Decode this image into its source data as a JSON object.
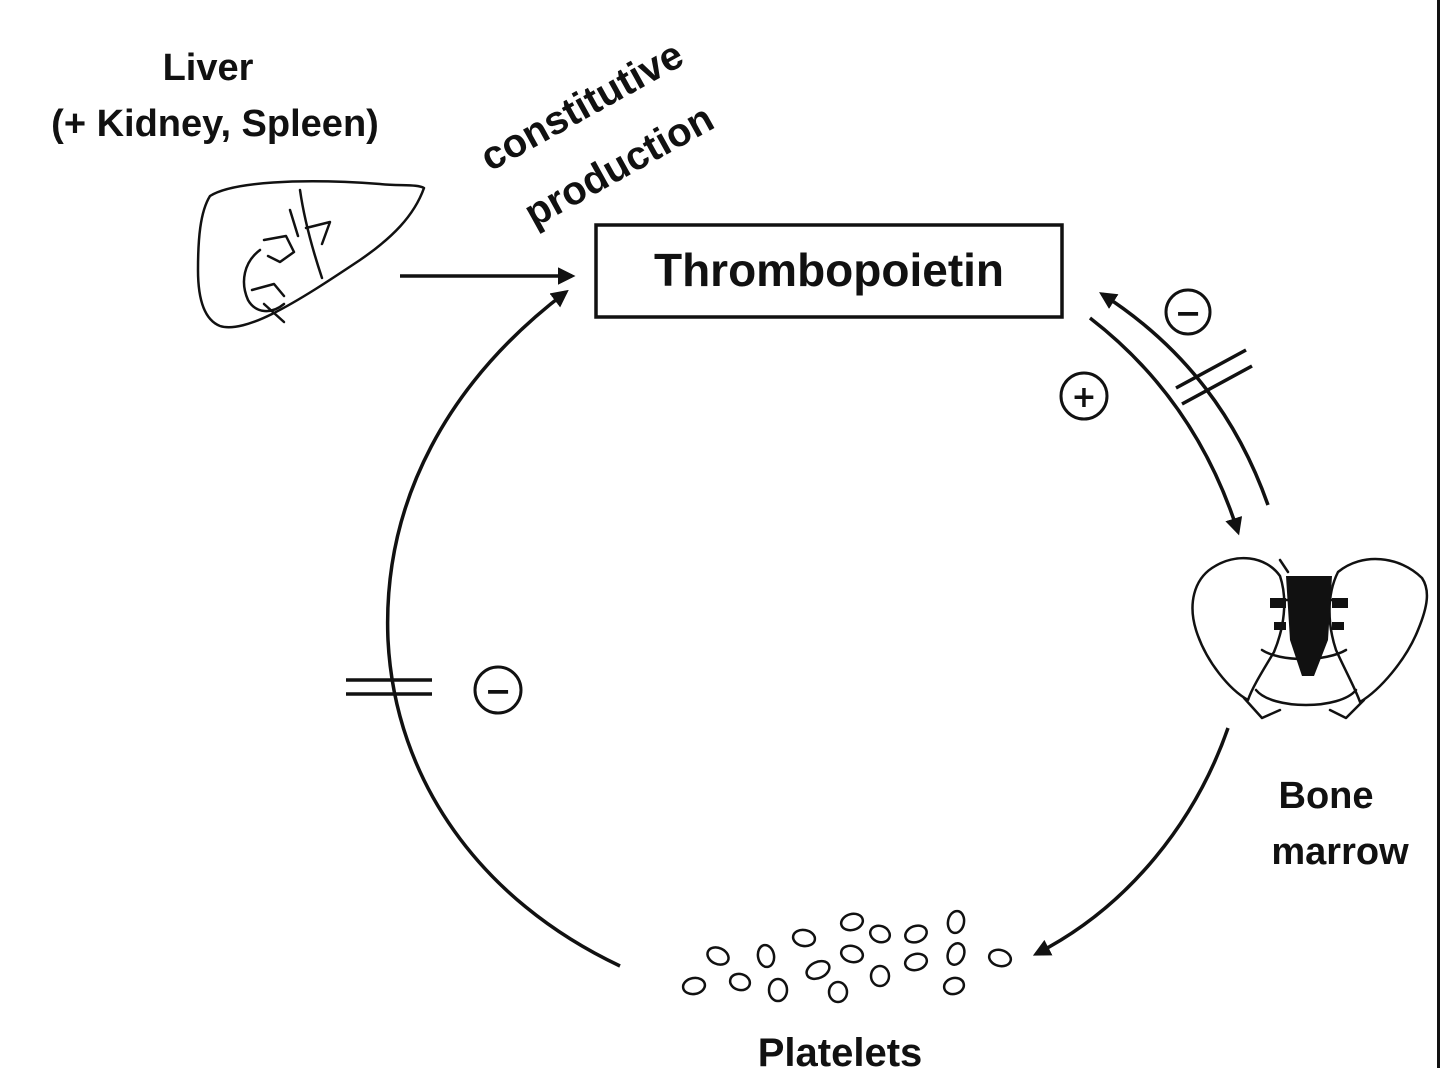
{
  "nodes": {
    "liver": {
      "line1": "Liver",
      "line2": "(+ Kidney, Spleen)"
    },
    "thrombopoietin": {
      "label": "Thrombopoietin"
    },
    "bone_marrow": {
      "line1": "Bone",
      "line2": "marrow"
    },
    "platelets": {
      "label": "Platelets"
    }
  },
  "annotations": {
    "constitutive_line1": "constitutive",
    "constitutive_line2": "production"
  },
  "signs": {
    "tpo_feedback": "−",
    "tpo_to_marrow": "+",
    "platelet_feedback": "−"
  },
  "icons": [
    "liver-illustration",
    "pelvis-bone-marrow-illustration",
    "platelet-cluster-illustration"
  ],
  "colors": {
    "ink": "#111111",
    "background": "#ffffff"
  }
}
